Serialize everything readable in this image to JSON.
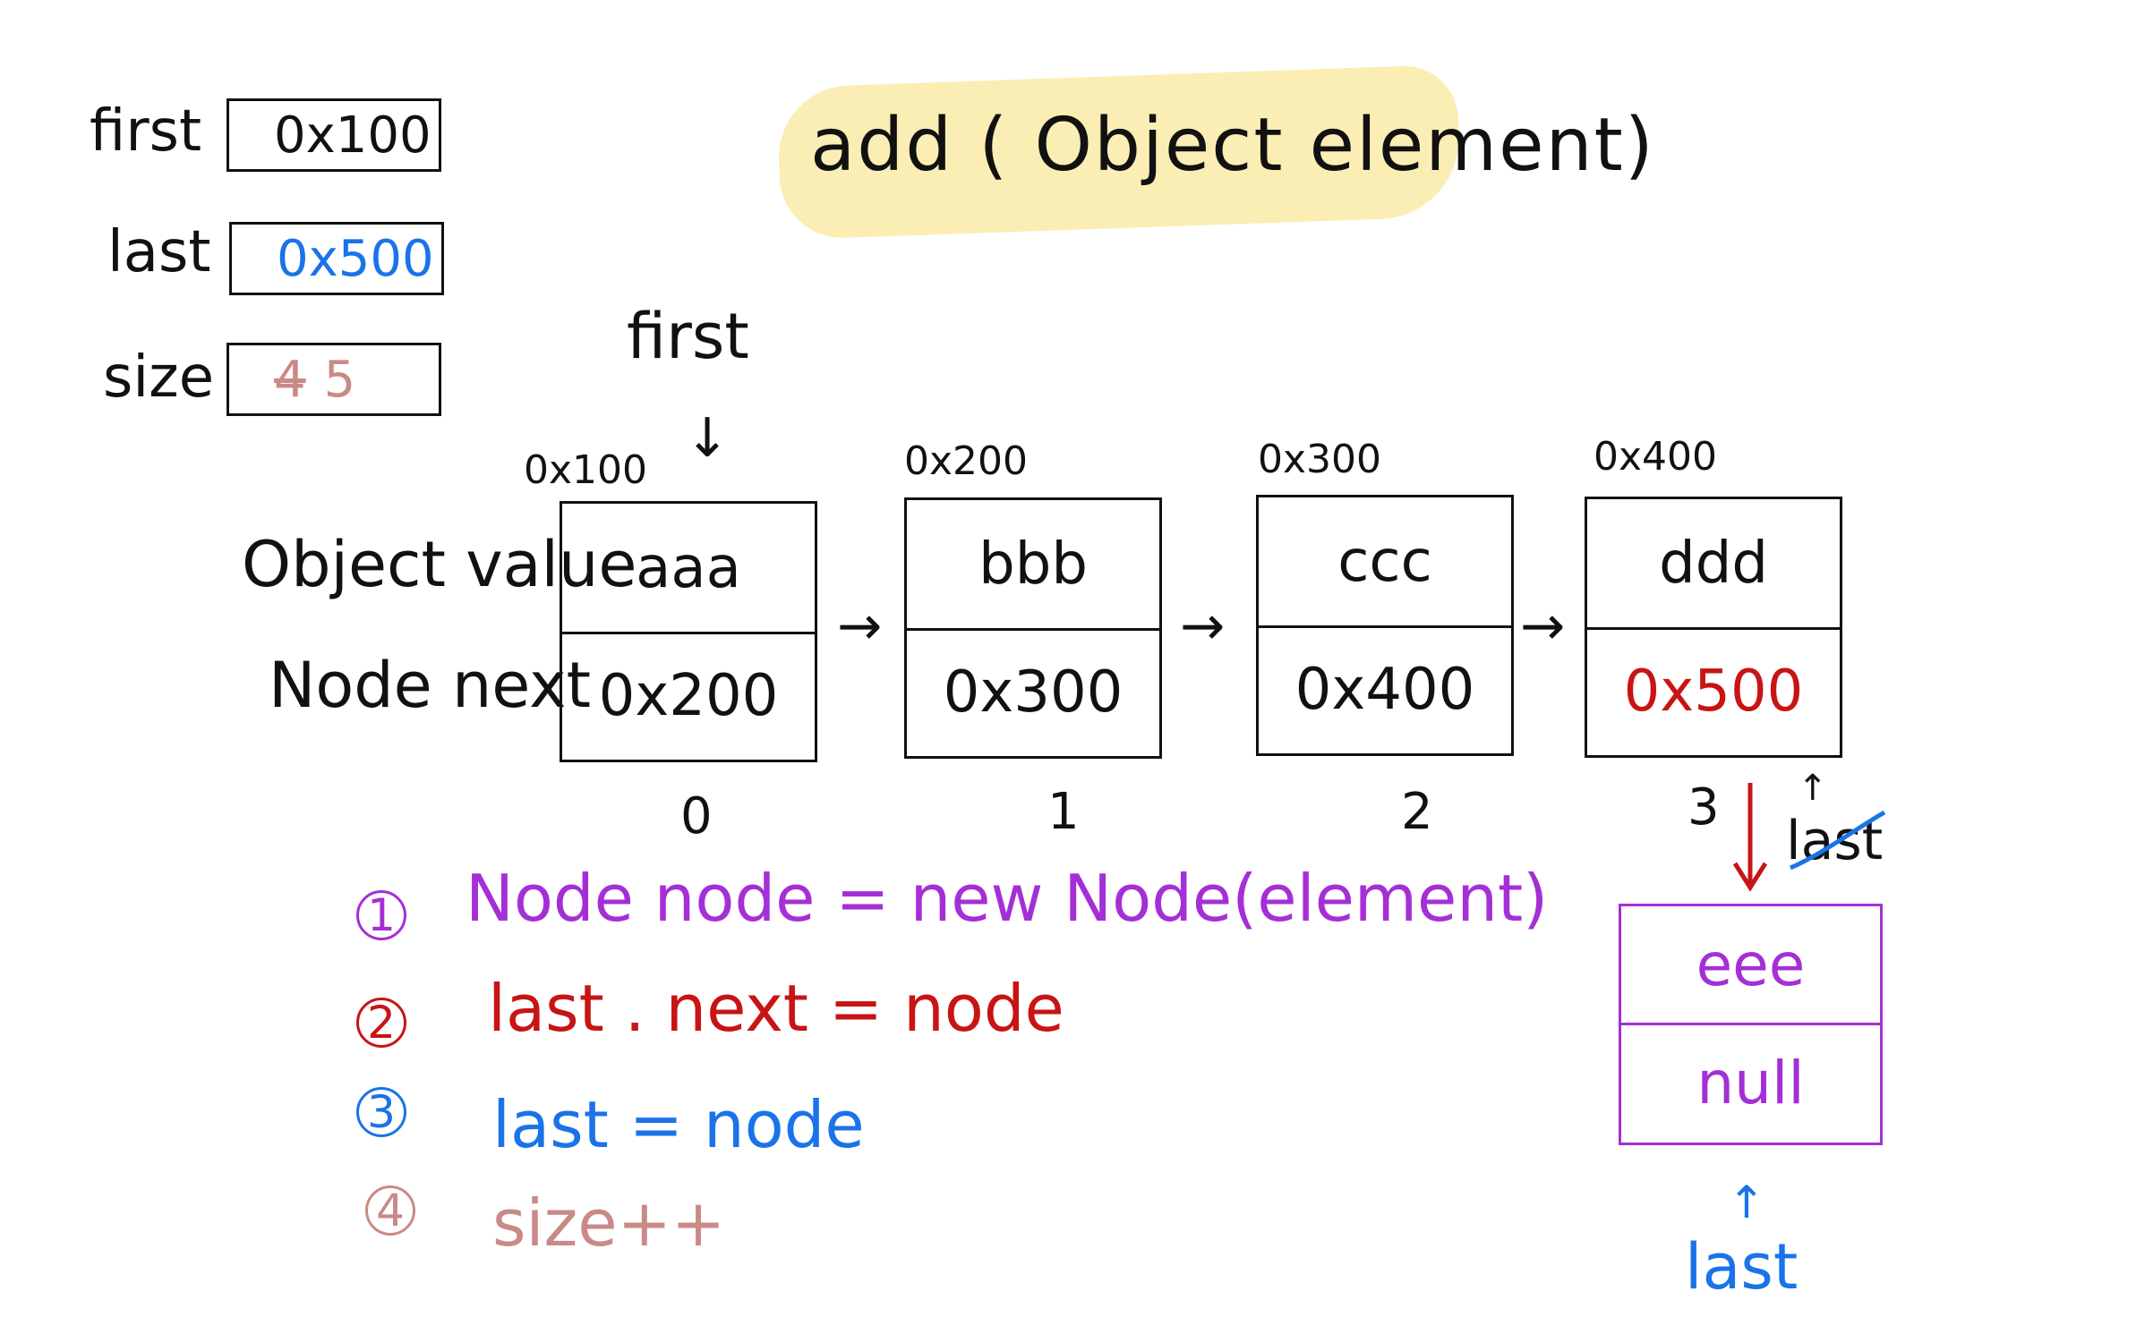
{
  "title": "add ( Object element)",
  "variables": {
    "first": {
      "label": "first",
      "value": "0x100"
    },
    "last": {
      "label": "last",
      "value": "0x500"
    },
    "size": {
      "label": "size",
      "old_value": "4",
      "value": "5"
    }
  },
  "pointer_first": "first",
  "field_labels": {
    "value": "Object value",
    "next": "Node next"
  },
  "nodes": [
    {
      "addr": "0x100",
      "value": "aaa",
      "next": "0x200",
      "index": "0"
    },
    {
      "addr": "0x200",
      "value": "bbb",
      "next": "0x300",
      "index": "1"
    },
    {
      "addr": "0x300",
      "value": "ccc",
      "next": "0x400",
      "index": "2"
    },
    {
      "addr": "0x400",
      "value": "ddd",
      "next": "0x500",
      "index": "3"
    }
  ],
  "new_node": {
    "value": "eee",
    "next": "null"
  },
  "old_last_label": "last",
  "new_last_label": "last",
  "steps": [
    {
      "num": "1",
      "text": "Node node = new Node(element)",
      "color": "#a52fd6"
    },
    {
      "num": "2",
      "text": "last . next = node",
      "color": "#c81414"
    },
    {
      "num": "3",
      "text": "last = node",
      "color": "#1a73e8"
    },
    {
      "num": "4",
      "text": "size++",
      "color": "#c98a87"
    }
  ],
  "colors": {
    "title_highlight": "#fbeeb4",
    "blue": "#1a73e8",
    "red": "#c81414",
    "purple": "#a52fd6",
    "pink": "#c98a87"
  }
}
